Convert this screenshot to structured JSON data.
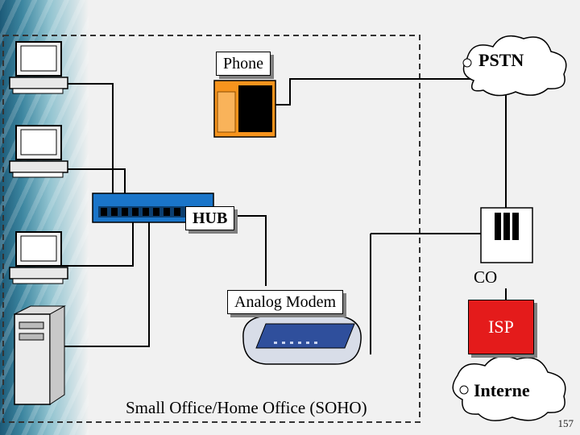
{
  "labels": {
    "phone": "Phone",
    "hub": "HUB",
    "pstn": "PSTN",
    "co": "CO",
    "modem": "Analog Modem",
    "isp": "ISP",
    "internet": "Interne",
    "soho": "Small Office/Home Office (SOHO)"
  },
  "page_number": "157",
  "colors": {
    "isp": "#e41b1b",
    "phone": "#f7941d",
    "hub": "#1a75c9"
  }
}
